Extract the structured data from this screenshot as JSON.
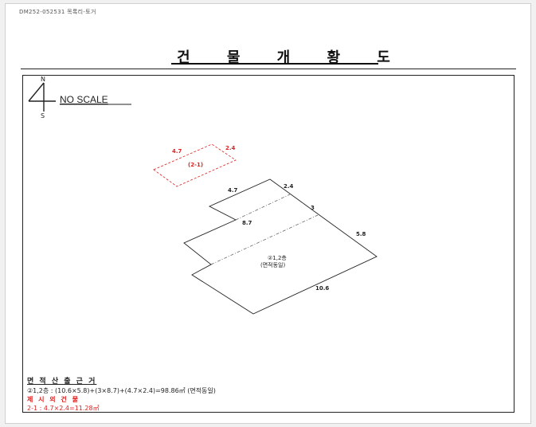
{
  "document": {
    "id_text": "DM252-052531 목록리-토거",
    "title": "건 물 개 황 도"
  },
  "compass": {
    "north": "N",
    "south": "S",
    "scale_note": "NO SCALE"
  },
  "excluded_building": {
    "label": "(2-1)",
    "dim_top": "4.7",
    "dim_right": "2.4"
  },
  "main_building": {
    "label": "②1,2층",
    "sublabel": "(면적동일)",
    "dims": {
      "top_left": "4.7",
      "top_right": "2.4",
      "step": "3",
      "middle": "8.7",
      "right": "5.8",
      "bottom": "10.6"
    }
  },
  "area_basis": {
    "heading": "면 적 산 출 근 거",
    "formula": "②1,2층 : (10.6×5.8)+(3×8.7)+(4.7×2.4)=98.86㎡ (면적동일)",
    "excluded_heading": "제 시 외 건 물",
    "excluded_formula": "2-1 : 4.7×2.4=11.28㎡"
  },
  "colors": {
    "line": "#222222",
    "excluded": "#d22222"
  }
}
